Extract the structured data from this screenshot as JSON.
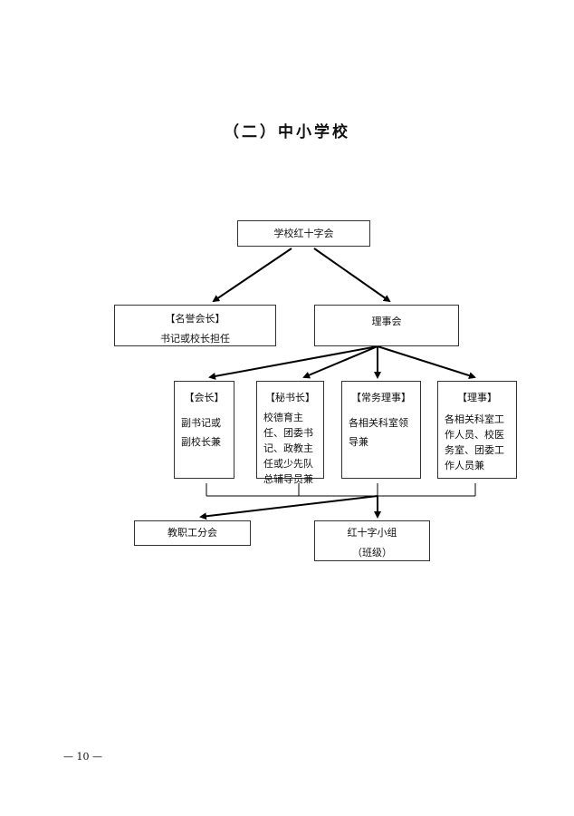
{
  "page": {
    "heading": "（二）中小学校",
    "page_number": "— 10 —"
  },
  "diagram": {
    "root": {
      "label": "学校红十字会"
    },
    "level1": {
      "honorary": {
        "title": "【名誉会长】",
        "desc": "书记或校长担任"
      },
      "council": {
        "label": "理事会"
      }
    },
    "level2": [
      {
        "title": "【会长】",
        "lines": [
          "副书记或",
          "副校长兼"
        ]
      },
      {
        "title": "【秘书长】",
        "lines": [
          "校德育主",
          "任、团委书",
          "记、政教主",
          "任或少先队",
          "总辅导员兼"
        ]
      },
      {
        "title": "【常务理事】",
        "lines": [
          "各相关科室领",
          "导兼"
        ]
      },
      {
        "title": "【理事】",
        "lines": [
          "各相关科室工",
          "作人员、校医",
          "务室、团委工",
          "作人员兼"
        ]
      }
    ],
    "level3": {
      "union": {
        "label": "教职工分会"
      },
      "group": {
        "label": "红十字小组",
        "sub": "（班级）"
      }
    }
  }
}
